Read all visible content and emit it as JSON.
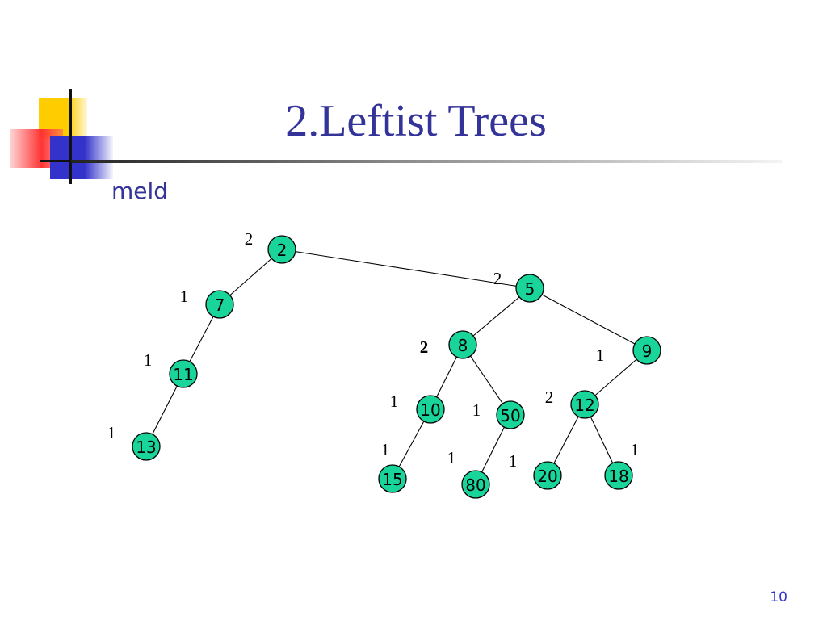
{
  "slide": {
    "title": "2.Leftist Trees",
    "bullet": "meld",
    "page_number": "10"
  },
  "colors": {
    "title": "#333399",
    "node_fill": "#1ad59a",
    "deco_yellow": "#ffcc00",
    "deco_red": "#ff3333",
    "deco_blue": "#3333cc"
  },
  "tree": {
    "nodes": [
      {
        "id": "n2",
        "key": "2",
        "s": "2"
      },
      {
        "id": "n7",
        "key": "7",
        "s": "1"
      },
      {
        "id": "n11",
        "key": "11",
        "s": "1"
      },
      {
        "id": "n13",
        "key": "13",
        "s": "1"
      },
      {
        "id": "n5",
        "key": "5",
        "s": "2"
      },
      {
        "id": "n8",
        "key": "8",
        "s": "2"
      },
      {
        "id": "n9",
        "key": "9",
        "s": "1"
      },
      {
        "id": "n10",
        "key": "10",
        "s": "1"
      },
      {
        "id": "n50",
        "key": "50",
        "s": "1"
      },
      {
        "id": "n12",
        "key": "12",
        "s": "2"
      },
      {
        "id": "n15",
        "key": "15",
        "s": "1"
      },
      {
        "id": "n80",
        "key": "80",
        "s": "1"
      },
      {
        "id": "n20",
        "key": "20",
        "s": "1"
      },
      {
        "id": "n18",
        "key": "18",
        "s": "1"
      }
    ],
    "edges": [
      [
        "n2",
        "n7"
      ],
      [
        "n7",
        "n11"
      ],
      [
        "n11",
        "n13"
      ],
      [
        "n2",
        "n5"
      ],
      [
        "n5",
        "n8"
      ],
      [
        "n5",
        "n9"
      ],
      [
        "n8",
        "n10"
      ],
      [
        "n8",
        "n50"
      ],
      [
        "n10",
        "n15"
      ],
      [
        "n50",
        "n80"
      ],
      [
        "n9",
        "n12"
      ],
      [
        "n12",
        "n20"
      ],
      [
        "n12",
        "n18"
      ]
    ]
  }
}
